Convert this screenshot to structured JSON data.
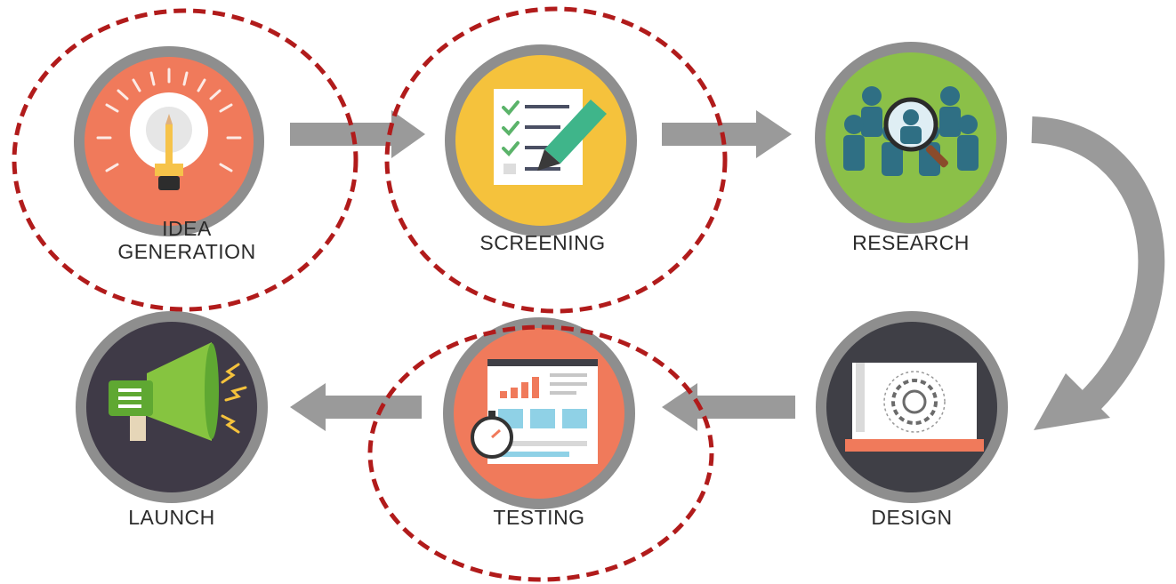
{
  "steps": [
    {
      "lines": [
        "IDEA",
        "GENERATION"
      ],
      "icon": "lightbulb-icon",
      "highlighted": true
    },
    {
      "lines": [
        "SCREENING"
      ],
      "icon": "checklist-icon",
      "highlighted": true
    },
    {
      "lines": [
        "RESEARCH"
      ],
      "icon": "people-magnifier-icon",
      "highlighted": false
    },
    {
      "lines": [
        "DESIGN"
      ],
      "icon": "blueprint-gear-icon",
      "highlighted": false
    },
    {
      "lines": [
        "TESTING"
      ],
      "icon": "report-stopwatch-icon",
      "highlighted": true
    },
    {
      "lines": [
        "LAUNCH"
      ],
      "icon": "megaphone-icon",
      "highlighted": false
    }
  ],
  "colors": {
    "ring": "#8e8e8e",
    "arrow": "#9a9a9a",
    "highlight": "#b11b1b",
    "idea_bg": "#f07a5b",
    "screening_bg": "#f5c23c",
    "research_bg": "#8bc048",
    "design_bg": "#3f3f46",
    "testing_bg": "#f07a5b",
    "launch_bg": "#3f3a47"
  }
}
